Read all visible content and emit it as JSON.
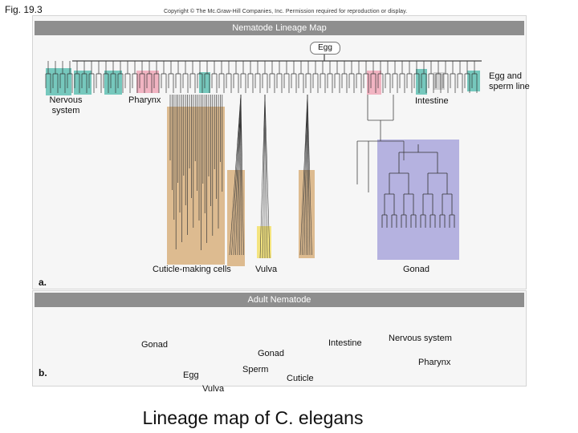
{
  "header": {
    "fig_number": "Fig. 19.3",
    "copyright": "Copyright © The Mc.Graw-Hill Companies, Inc. Permission required for reproduction or display."
  },
  "panel_a": {
    "title": "Nematode Lineage Map",
    "root_label": "Egg",
    "part_letter": "a.",
    "labels": {
      "nervous_system": "Nervous system",
      "pharynx": "Pharynx",
      "egg_sperm_line": "Egg and sperm line",
      "intestine": "Intestine",
      "cuticle_cells": "Cuticle-making cells",
      "vulva": "Vulva",
      "gonad": "Gonad"
    },
    "colors": {
      "nervous": "#5fbfb3",
      "pharynx": "#f0a8b8",
      "cuticle": "#d8b07e",
      "vulva": "#f3e06a",
      "gonad": "#a9a6dc",
      "germline": "#c9c9c9",
      "banner": "#8e8e8e"
    }
  },
  "panel_b": {
    "title": "Adult Nematode",
    "part_letter": "b.",
    "labels": {
      "gonad_left": "Gonad",
      "egg": "Egg",
      "vulva": "Vulva",
      "sperm": "Sperm",
      "gonad_mid": "Gonad",
      "cuticle": "Cuticle",
      "intestine": "Intestine",
      "nervous_system": "Nervous system",
      "pharynx": "Pharynx"
    }
  },
  "caption": "Lineage map of C. elegans"
}
